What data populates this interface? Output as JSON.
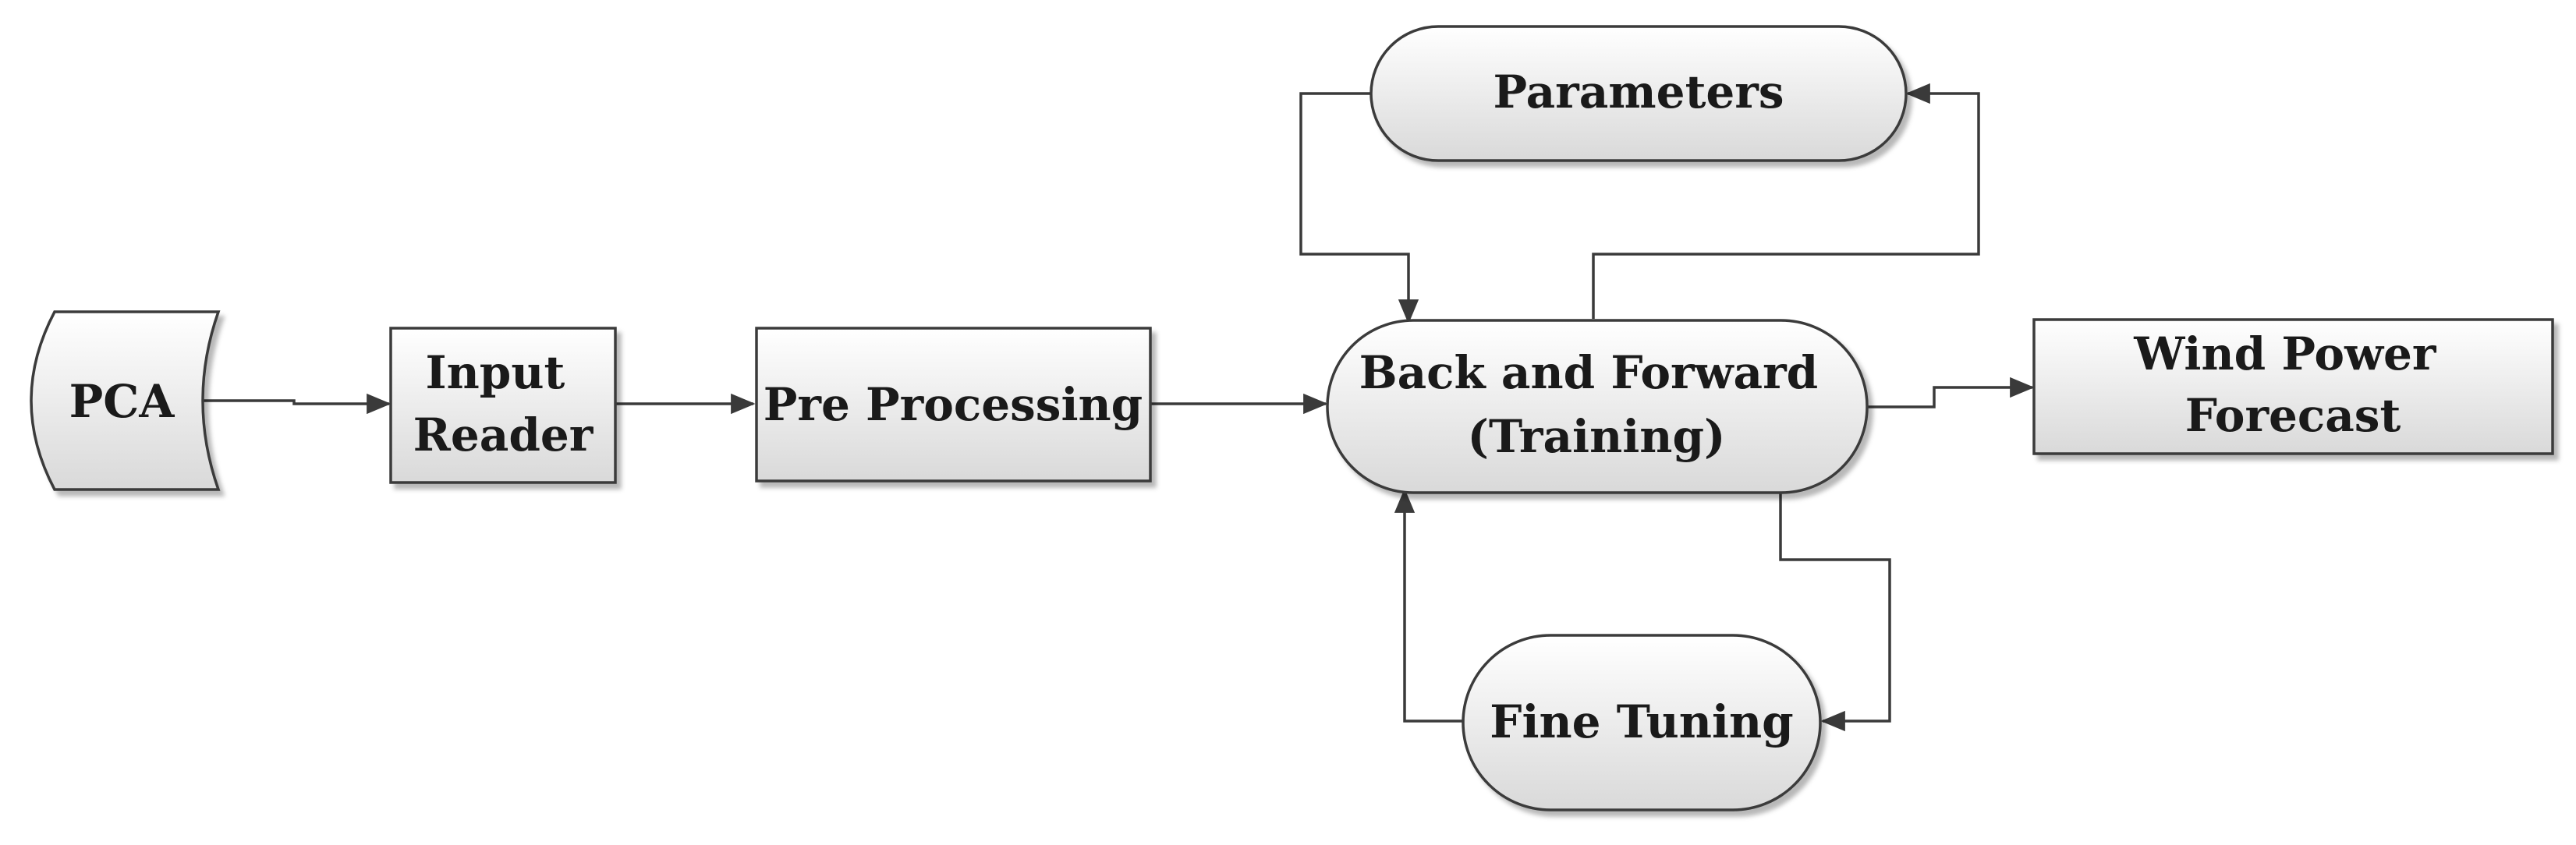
{
  "diagram": {
    "nodes": {
      "pca": {
        "label": "PCA"
      },
      "input_reader": {
        "lines": [
          "Input",
          "Reader"
        ]
      },
      "pre_processing": {
        "label": "Pre Processing"
      },
      "back_forward": {
        "lines": [
          "Back and Forward",
          "(Training)"
        ]
      },
      "parameters": {
        "label": "Parameters"
      },
      "fine_tuning": {
        "label": "Fine Tuning"
      },
      "wind_power": {
        "lines": [
          "Wind Power",
          "Forecast"
        ]
      }
    },
    "edges": [
      {
        "from": "PCA",
        "to": "Input Reader"
      },
      {
        "from": "Input Reader",
        "to": "Pre Processing"
      },
      {
        "from": "Pre Processing",
        "to": "Back and Forward (Training)"
      },
      {
        "from": "Back and Forward (Training)",
        "to": "Parameters"
      },
      {
        "from": "Parameters",
        "to": "Back and Forward (Training)"
      },
      {
        "from": "Back and Forward (Training)",
        "to": "Fine Tuning"
      },
      {
        "from": "Fine Tuning",
        "to": "Back and Forward (Training)"
      },
      {
        "from": "Back and Forward (Training)",
        "to": "Wind Power Forecast"
      }
    ],
    "colors": {
      "gradient_light": "#ffffff",
      "gradient_dark": "#d9d9d9",
      "stroke": "#3a3a3a",
      "text": "#1a1a1a"
    }
  }
}
